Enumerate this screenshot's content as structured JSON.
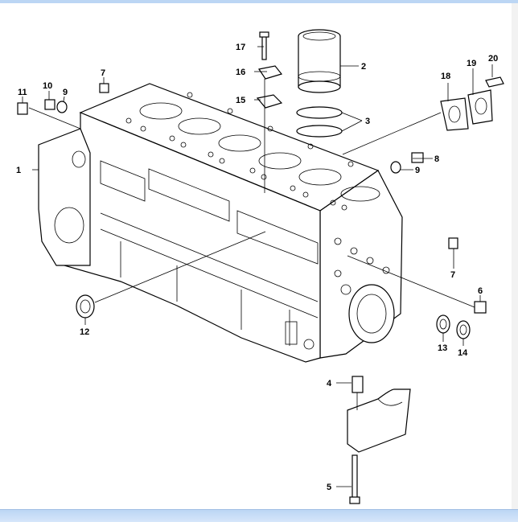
{
  "diagram": {
    "callouts": [
      "1",
      "2",
      "3",
      "4",
      "5",
      "6",
      "7",
      "7",
      "8",
      "9",
      "9",
      "10",
      "11",
      "12",
      "13",
      "14",
      "15",
      "16",
      "17",
      "18",
      "19",
      "20"
    ]
  },
  "colors": {
    "line": "#000000",
    "background": "#ffffff",
    "window_band": "#bcd6f4"
  }
}
